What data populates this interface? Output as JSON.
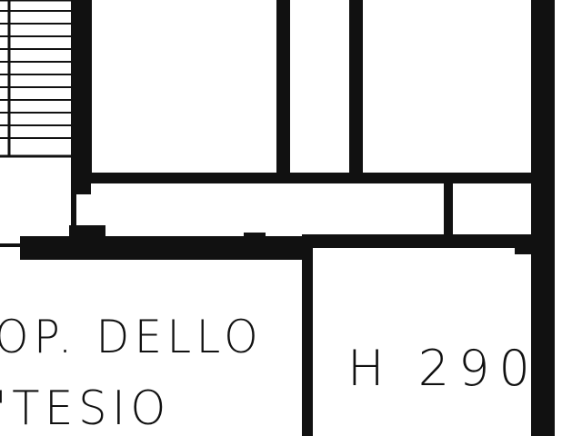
{
  "labels": {
    "neighbor_line1": "OP. DELLO",
    "neighbor_line2": "'TESIO",
    "ceiling_height": "H 290"
  },
  "colors": {
    "wall": "#111111",
    "background": "#ffffff"
  }
}
